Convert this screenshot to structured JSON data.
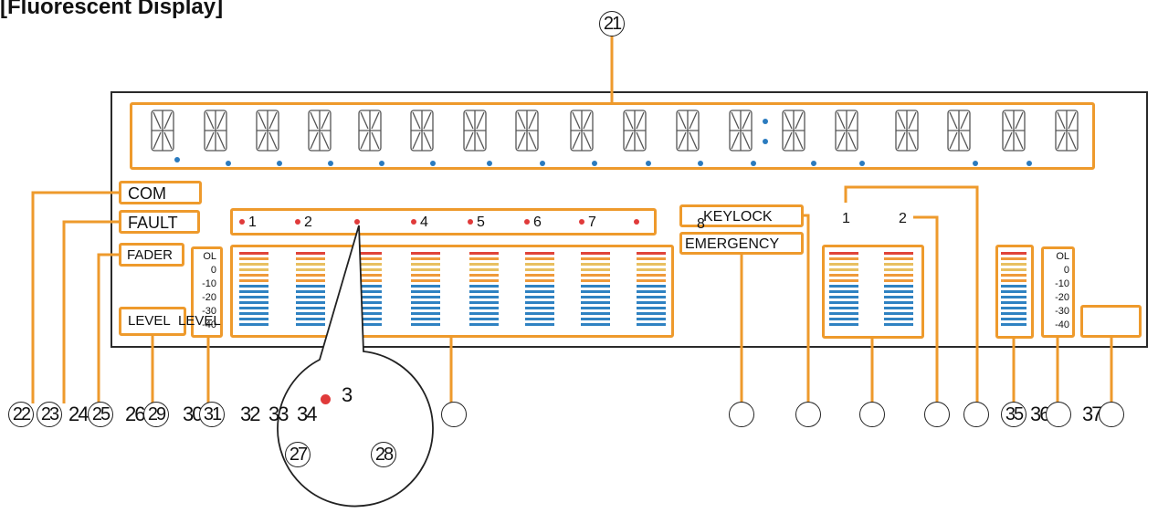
{
  "title": "[Fluorescent Display]",
  "display_digits": 18,
  "labels": {
    "com": "COM",
    "fault": "FAULT",
    "fader": "FADER",
    "level_a": "LEVEL",
    "level_b": "LEVEL",
    "keylock": "KEYLOCK",
    "emergency": "EMERGENCY",
    "out1": "1",
    "out2": "2"
  },
  "channels": [
    "1",
    "2",
    "3",
    "4",
    "5",
    "6",
    "7",
    "8"
  ],
  "scale": [
    "OL",
    "0",
    "-10",
    "-20",
    "-30",
    "-40"
  ],
  "zoom_label": "3",
  "callouts": {
    "c21": "21",
    "c22": "22",
    "c23": "23",
    "c24": "24",
    "c25": "25",
    "c26": "26",
    "c29": "29",
    "c30": "30",
    "c31": "31",
    "c32": "32",
    "c33": "33",
    "c34": "34",
    "c27": "27",
    "c28": "28",
    "c35": "35",
    "c36": "36",
    "c37": "37"
  },
  "colors": {
    "highlight": "#ee9a2c",
    "meter_red": "#e0443a",
    "meter_orange": "#ef9a3a",
    "meter_yellow": "#e8c060",
    "meter_blue": "#2f82c2",
    "dot_red": "#e03a3a",
    "dot_blue": "#2b7bbf"
  }
}
